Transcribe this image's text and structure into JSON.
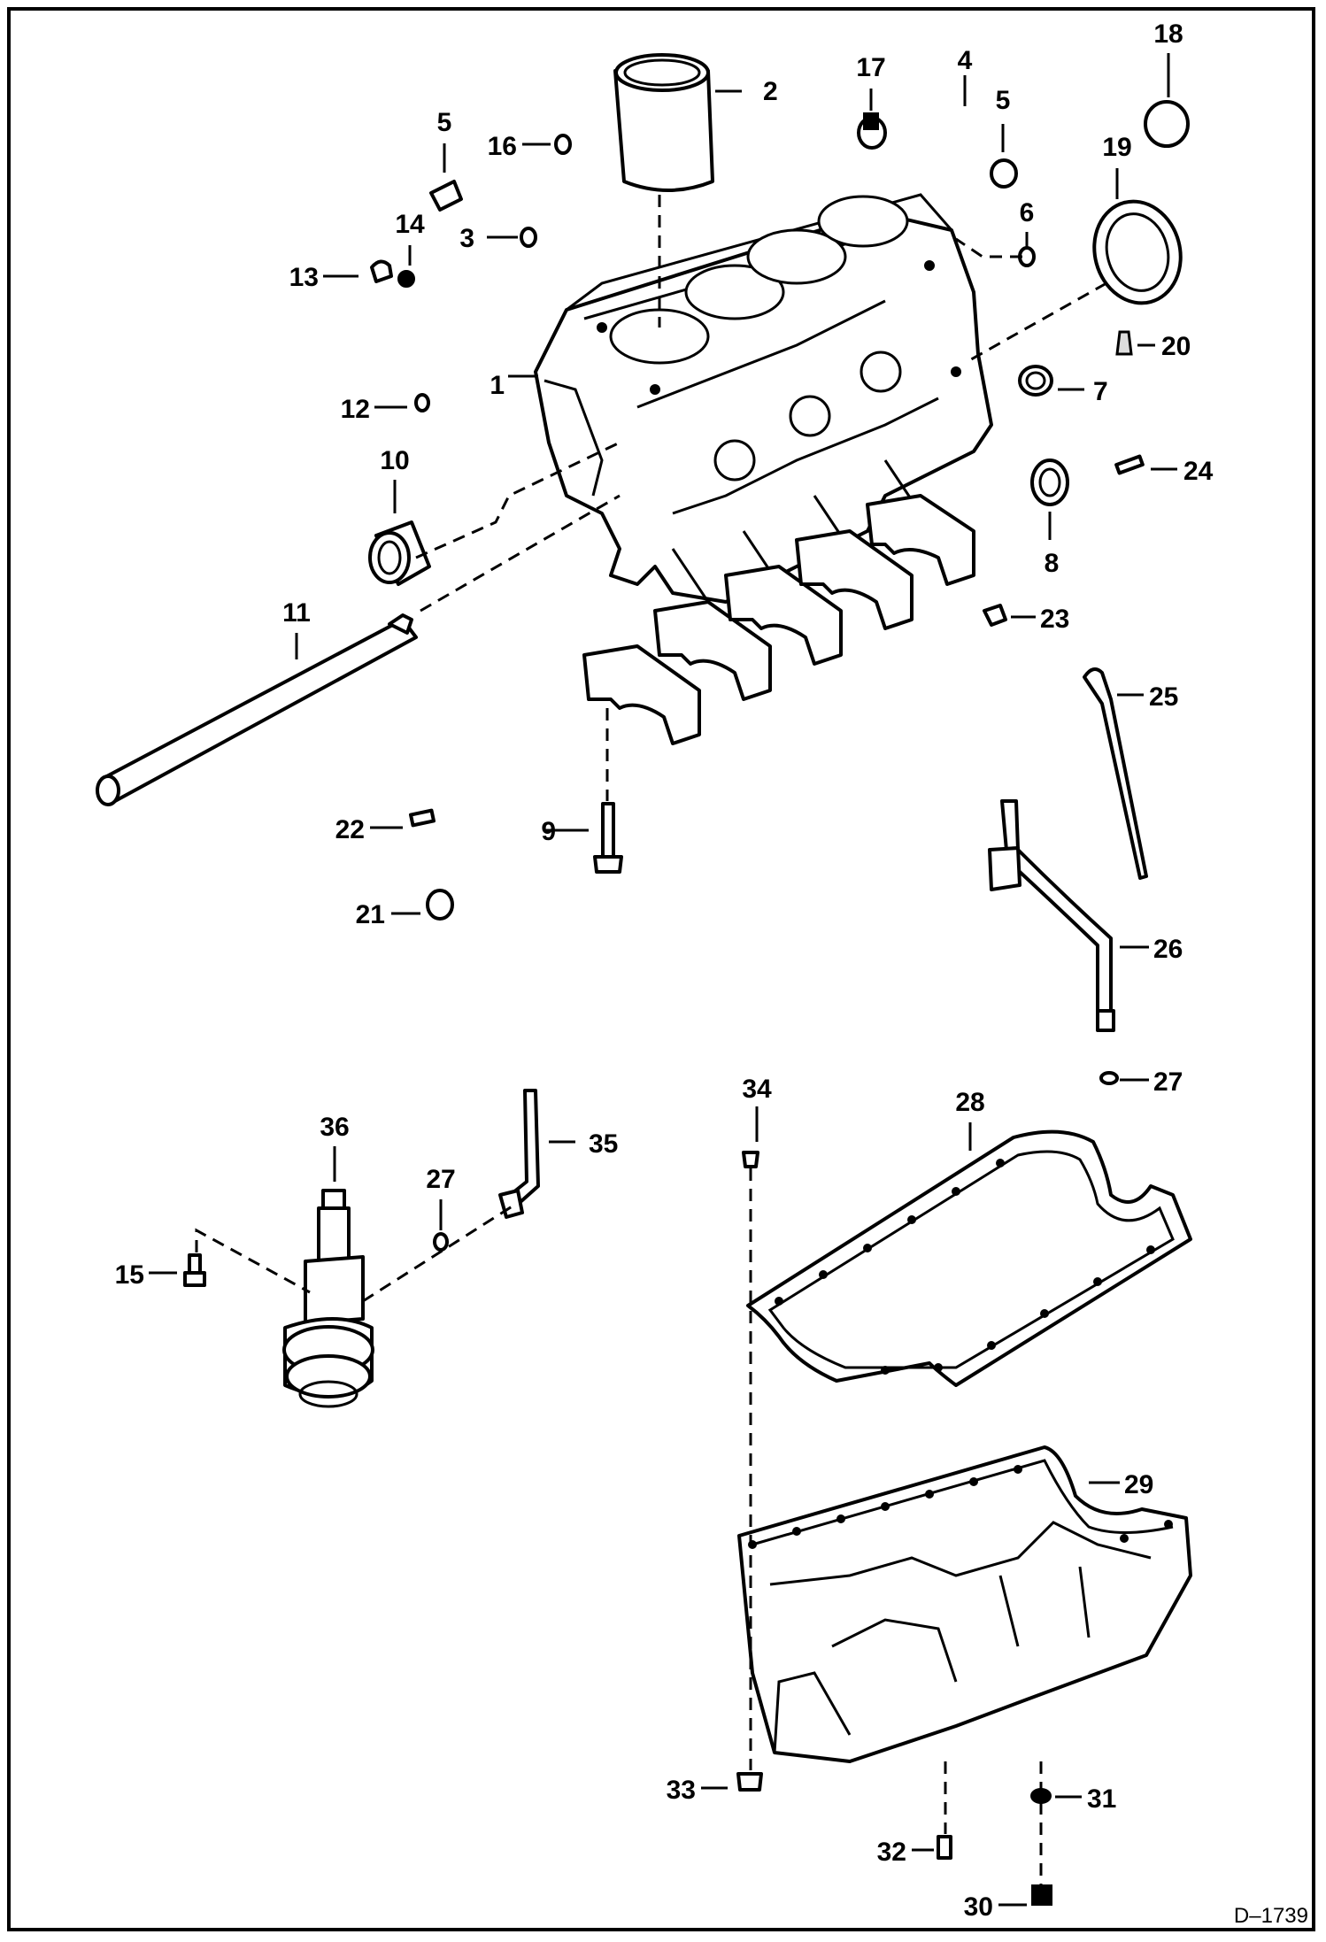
{
  "figure_ref": "D–1739",
  "callouts": {
    "c1": "1",
    "c2": "2",
    "c3": "3",
    "c4": "4",
    "c5a": "5",
    "c5b": "5",
    "c6": "6",
    "c7": "7",
    "c8": "8",
    "c9": "9",
    "c10": "10",
    "c11": "11",
    "c12": "12",
    "c13": "13",
    "c14": "14",
    "c15": "15",
    "c16": "16",
    "c17": "17",
    "c18": "18",
    "c19": "19",
    "c20": "20",
    "c21": "21",
    "c22": "22",
    "c23": "23",
    "c24": "24",
    "c25": "25",
    "c26": "26",
    "c27a": "27",
    "c27b": "27",
    "c28": "28",
    "c29": "29",
    "c30": "30",
    "c31": "31",
    "c32": "32",
    "c33": "33",
    "c34": "34",
    "c35": "35",
    "c36": "36"
  }
}
